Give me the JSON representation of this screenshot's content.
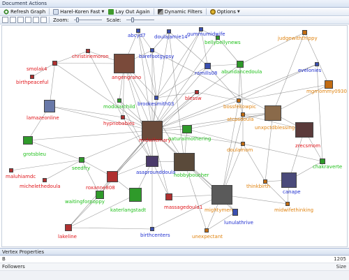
{
  "window": {
    "title": "Document Actions"
  },
  "toolbar1": {
    "refresh": "Refresh Graph",
    "layout_name": "Harel-Koren Fast",
    "layout_again": "Lay Out Again",
    "dynamic_filters": "Dynamic Filters",
    "options": "Options"
  },
  "toolbar2": {
    "zoom_label": "Zoom:",
    "scale_label": "Scale:",
    "zoom_level": 0.1,
    "scale_level": 0.2
  },
  "colors": {
    "red": "#e0161b",
    "blue": "#1f2fd0",
    "green": "#20c01b",
    "orange": "#e0830f",
    "edge": "#4a4a4a"
  },
  "vertices": [
    {
      "label": "abcyd7",
      "color": "blue"
    },
    {
      "label": "doulajamie14",
      "color": "blue"
    },
    {
      "label": "gummumidwife",
      "color": "blue"
    },
    {
      "label": "bellybellynews",
      "color": "green"
    },
    {
      "label": "judgewiththippy",
      "color": "orange"
    },
    {
      "label": "barefootgypsy",
      "color": "blue"
    },
    {
      "label": "christinemoron",
      "color": "red"
    },
    {
      "label": "smolak4",
      "color": "red"
    },
    {
      "label": "birthpeaceful",
      "color": "red"
    },
    {
      "label": "angengrano",
      "color": "red"
    },
    {
      "label": "ramills08",
      "color": "blue"
    },
    {
      "label": "abundancedoula",
      "color": "green"
    },
    {
      "label": "evelonies",
      "color": "blue"
    },
    {
      "label": "mgmommy0930",
      "color": "orange"
    },
    {
      "label": "lamazeonline",
      "color": "red"
    },
    {
      "label": "modularchild",
      "color": "green"
    },
    {
      "label": "brookesmith03",
      "color": "blue"
    },
    {
      "label": "blessw",
      "color": "red"
    },
    {
      "label": "hypnobabies",
      "color": "red"
    },
    {
      "label": "bossfellowpic",
      "color": "orange"
    },
    {
      "label": "atcpsdoula",
      "color": "orange"
    },
    {
      "label": "unxpctdblessing",
      "color": "orange"
    },
    {
      "label": "zrecsmom",
      "color": "red"
    },
    {
      "label": "grotsbleu",
      "color": "green"
    },
    {
      "label": "midwifemary",
      "color": "red"
    },
    {
      "label": "naturalmothering",
      "color": "green"
    },
    {
      "label": "doulamom",
      "color": "orange"
    },
    {
      "label": "seedfry",
      "color": "green"
    },
    {
      "label": "asaprounddoula",
      "color": "blue"
    },
    {
      "label": "hobbyboucher",
      "color": "green"
    },
    {
      "label": "chakraverte",
      "color": "green"
    },
    {
      "label": "maluhiamdc",
      "color": "red"
    },
    {
      "label": "michelethedoula",
      "color": "red"
    },
    {
      "label": "roxanne808",
      "color": "red"
    },
    {
      "label": "thinkbirth",
      "color": "orange"
    },
    {
      "label": "canape",
      "color": "blue"
    },
    {
      "label": "waitingforpoppy",
      "color": "green"
    },
    {
      "label": "katerlangstadt",
      "color": "green"
    },
    {
      "label": "massagedoula1",
      "color": "red"
    },
    {
      "label": "mightymercy",
      "color": "orange"
    },
    {
      "label": "midwifethinking",
      "color": "orange"
    },
    {
      "label": "lunulathrive",
      "color": "blue"
    },
    {
      "label": "lakeline",
      "color": "red"
    },
    {
      "label": "birthcenters",
      "color": "blue"
    },
    {
      "label": "unexpectant",
      "color": "orange"
    }
  ],
  "properties": {
    "header": "Vertex Properties",
    "rows": [
      {
        "key": "B",
        "value": "1205"
      },
      {
        "key": "Followers",
        "value": "Size"
      }
    ]
  }
}
